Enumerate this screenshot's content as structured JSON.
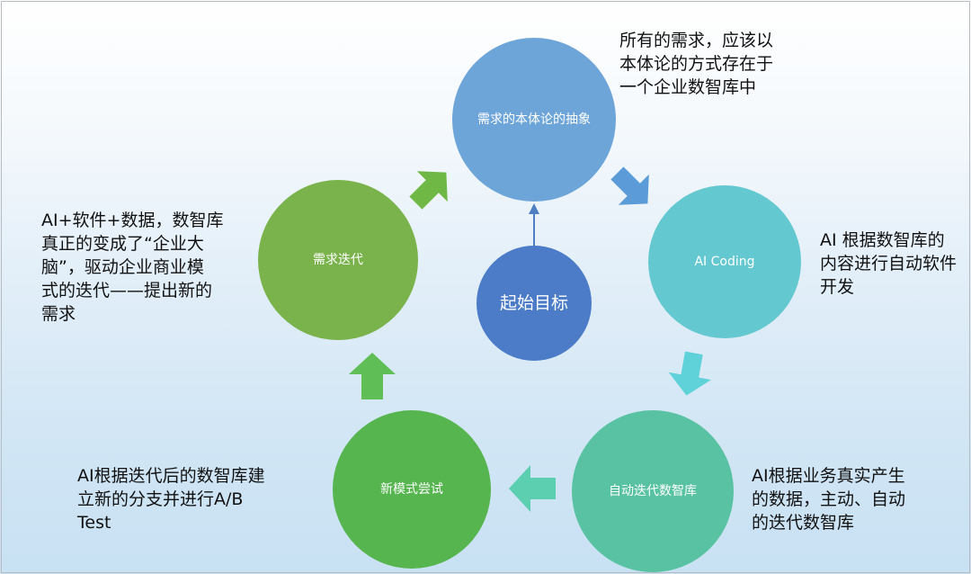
{
  "nodes": {
    "abstraction": "需求的本体论的抽象",
    "ai_coding": "AI Coding",
    "auto_iterate": "自动迭代数智库",
    "new_mode": "新模式尝试",
    "iterate": "需求迭代",
    "goal": "起始目标"
  },
  "notes": {
    "top": "所有的需求，应该以\n本体论的方式存在于\n一个企业数智库中",
    "right": "AI 根据数智库的\n内容进行自动软件\n开发",
    "bottom_right": "AI根据业务真实产生\n的数据，主动、自动\n的迭代数智库",
    "bottom_left": "AI根据迭代后的数智库建\n立新的分支并进行A/B\nTest",
    "left": "AI+软件+数据，数智库\n真正的变成了“企业大\n脑”，驱动企业商业模\n式的迭代——提出新的\n需求"
  },
  "colors": {
    "abstraction": "#6ea5d9",
    "ai_coding": "#63c8cf",
    "auto_iterate": "#59c2a2",
    "new_mode": "#56b54f",
    "iterate": "#7ab34b",
    "goal": "#4c7cc7",
    "arrow_blue": "#5b9bd8",
    "arrow_cyan": "#5fd1d9",
    "arrow_teal": "#5ccfb0",
    "arrow_green": "#5fbf56",
    "arrow_olive": "#6fb845",
    "arrow_line": "#4f7fc3"
  }
}
